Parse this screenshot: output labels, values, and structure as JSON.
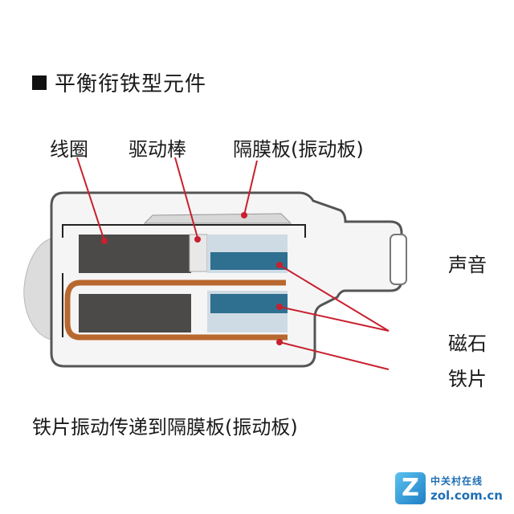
{
  "title": "平衡衔铁型元件",
  "labels": {
    "coil": "线圈",
    "drive_rod": "驱动棒",
    "diaphragm": "隔膜板(振动板)",
    "sound": "声音",
    "magnet": "磁石",
    "armature": "铁片"
  },
  "caption": "铁片振动传递到隔膜板(振动板)",
  "watermark": {
    "letter": "Z",
    "brand_cn": "中关村在线",
    "brand_en": "zol.com.cn"
  },
  "colors": {
    "pointer_line": "#c8202e",
    "coil": "#4b4a48",
    "magnet": "#2f6f8f",
    "magnet_frame": "#cfdbe4",
    "armature": "#b8682e",
    "casing_outline": "#5a5a5a",
    "casing_fill": "#ededed"
  }
}
